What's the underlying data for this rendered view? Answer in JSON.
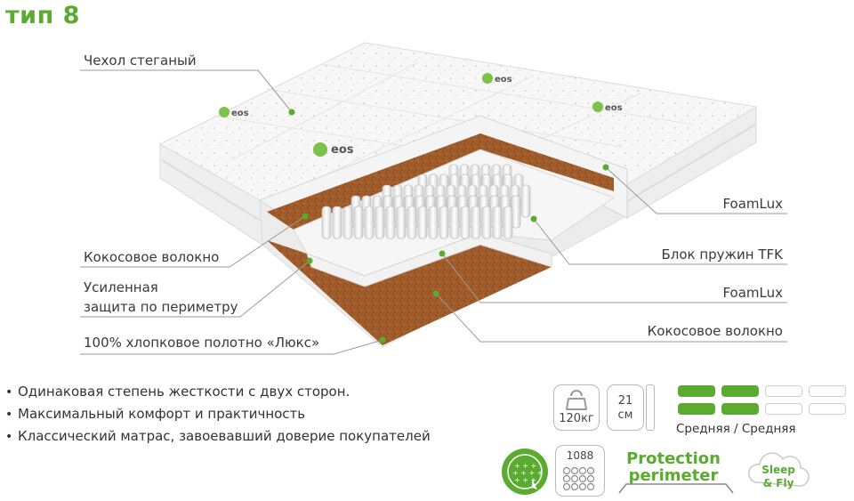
{
  "title": "тип 8",
  "labels": {
    "cover": "Чехол стеганый",
    "coconut_top": "Кокосовое волокно",
    "perimeter_line1": "Усиленная",
    "perimeter_line2": "защита по периметру",
    "cotton": "100% хлопковое полотно «Люкс»",
    "foamlux_top": "FoamLux",
    "spring_block": "Блок пружин TFK",
    "foamlux_bottom": "FoamLux",
    "coconut_bottom": "Кокосовое волокно"
  },
  "brand_logo": "eos",
  "features": [
    "Одинаковая степень жесткости с двух сторон.",
    "Максимальный комфорт и практичность",
    "Классический матрас, завоевавший доверие покупателей"
  ],
  "specs": {
    "max_weight": "120кг",
    "height_value": "21",
    "height_unit": "см",
    "spring_count": "1088",
    "firmness": "Средняя / Средняя",
    "firmness_side_a_level": 2,
    "firmness_side_b_level": 2,
    "firmness_scale_max": 5
  },
  "badges": {
    "protection_line1": "Protection",
    "protection_line2": "perimeter",
    "sleep_line1": "Sleep",
    "sleep_line2": "& Fly"
  },
  "colors": {
    "accent": "#5aab2f",
    "coconut": "#a3602c",
    "foam": "#f4f4f4"
  },
  "icons": [
    "kettlebell-icon",
    "height-ruler-icon",
    "springs-icon",
    "hand-touch-icon",
    "bullet-icon"
  ]
}
